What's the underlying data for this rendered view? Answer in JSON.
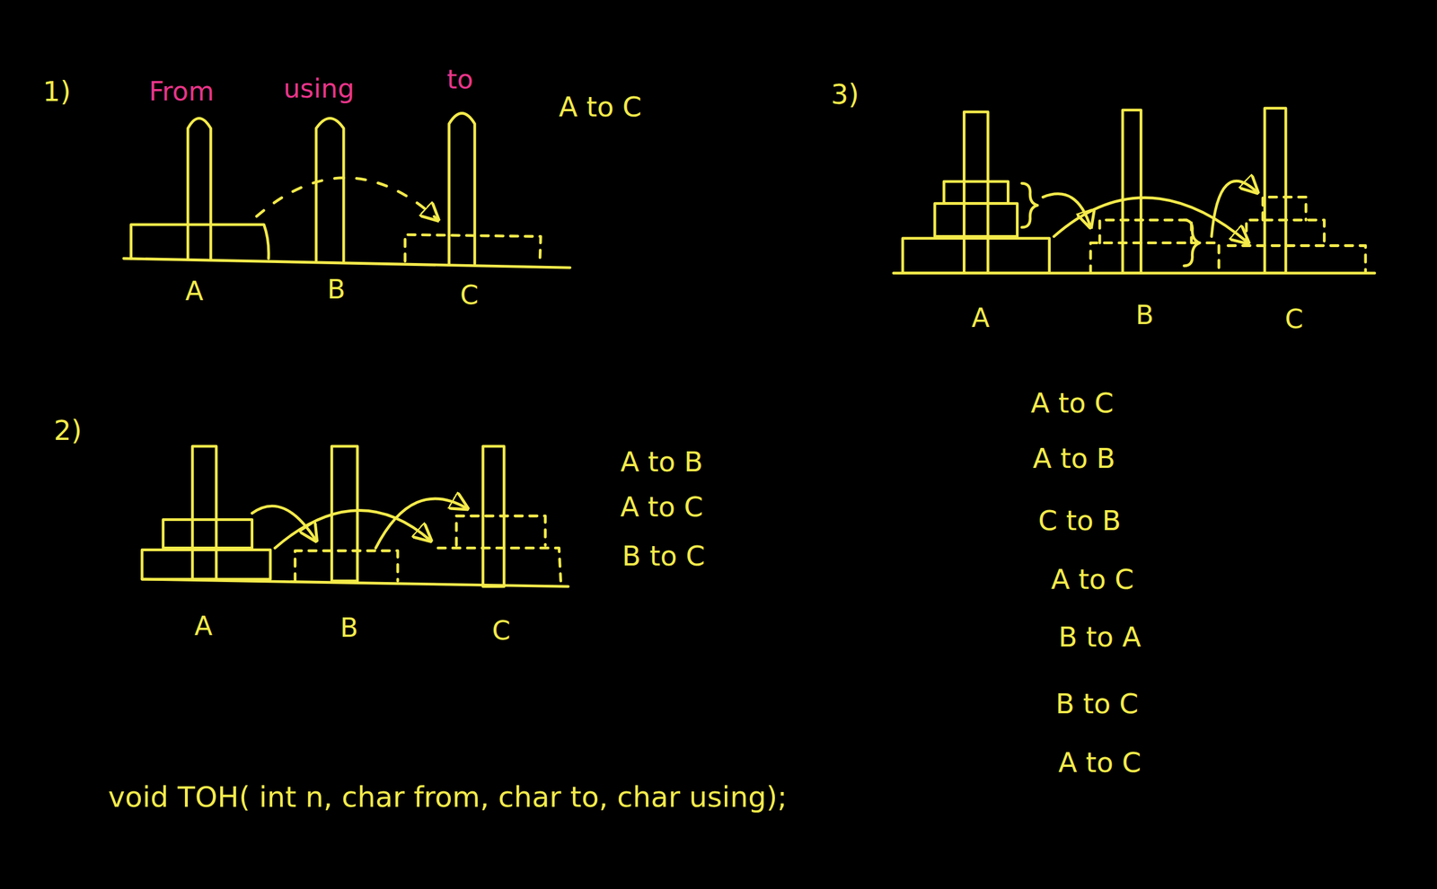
{
  "diagram": {
    "labels": [
      "1)",
      "From",
      "using",
      "to",
      "A to C",
      "A",
      "B",
      "C",
      "3)",
      "A",
      "B",
      "C",
      "A to C",
      "A to B",
      "C to B",
      "A to C",
      "B to A",
      "B to C",
      "A to C",
      "2)",
      "A",
      "B",
      "C",
      "A to B",
      "A to C",
      "B to C",
      "void TOH( int n, char from, char to, char using);"
    ]
  }
}
